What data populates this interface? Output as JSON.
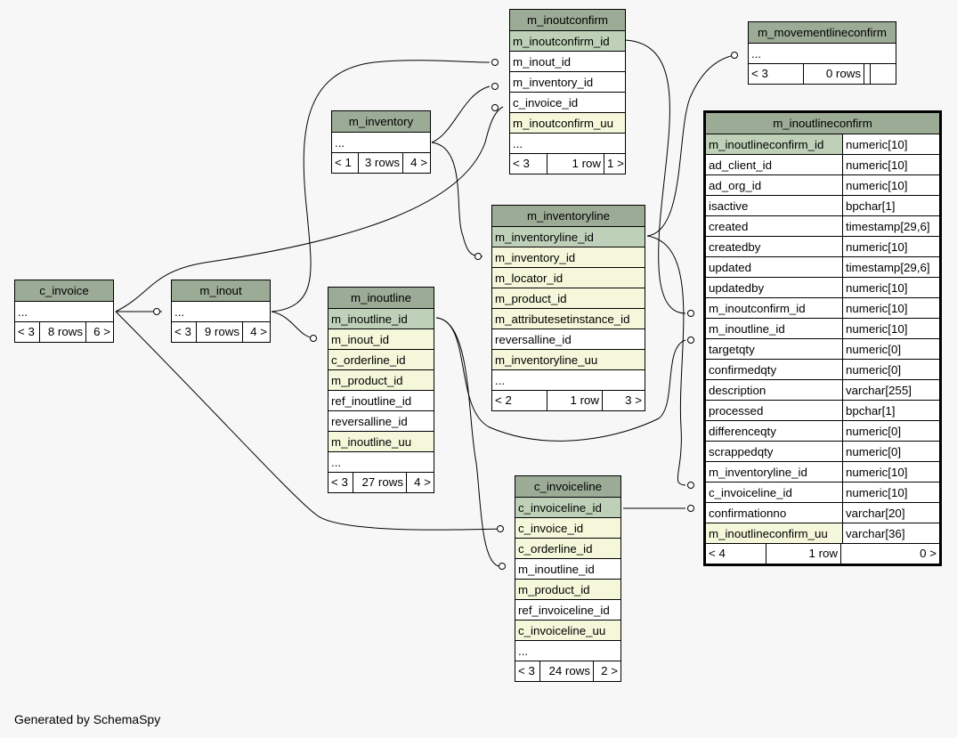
{
  "footer": "Generated by SchemaSpy",
  "tables": {
    "m_inoutconfirm": {
      "name": "m_inoutconfirm",
      "rows": [
        {
          "text": "m_inoutconfirm_id",
          "kind": "pk"
        },
        {
          "text": "m_inout_id",
          "kind": ""
        },
        {
          "text": "m_inventory_id",
          "kind": ""
        },
        {
          "text": "c_invoice_id",
          "kind": ""
        },
        {
          "text": "m_inoutconfirm_uu",
          "kind": "fk"
        },
        {
          "text": "...",
          "kind": ""
        }
      ],
      "foot": [
        "< 3",
        "1 row",
        "1 >"
      ]
    },
    "m_movementlineconfirm": {
      "name": "m_movementlineconfirm",
      "rows": [
        {
          "text": "...",
          "kind": ""
        }
      ],
      "foot": [
        "< 3",
        "0 rows",
        ""
      ]
    },
    "m_inventory": {
      "name": "m_inventory",
      "rows": [
        {
          "text": "...",
          "kind": ""
        }
      ],
      "foot": [
        "< 1",
        "3 rows",
        "4 >"
      ]
    },
    "m_inventoryline": {
      "name": "m_inventoryline",
      "rows": [
        {
          "text": "m_inventoryline_id",
          "kind": "pk"
        },
        {
          "text": "m_inventory_id",
          "kind": "fk"
        },
        {
          "text": "m_locator_id",
          "kind": "fk"
        },
        {
          "text": "m_product_id",
          "kind": "fk"
        },
        {
          "text": "m_attributesetinstance_id",
          "kind": "fk"
        },
        {
          "text": "reversalline_id",
          "kind": ""
        },
        {
          "text": "m_inventoryline_uu",
          "kind": "fk"
        },
        {
          "text": "...",
          "kind": ""
        }
      ],
      "foot": [
        "< 2",
        "1 row",
        "3 >"
      ]
    },
    "c_invoice": {
      "name": "c_invoice",
      "rows": [
        {
          "text": "...",
          "kind": ""
        }
      ],
      "foot": [
        "< 3",
        "8 rows",
        "6 >"
      ]
    },
    "m_inout": {
      "name": "m_inout",
      "rows": [
        {
          "text": "...",
          "kind": ""
        }
      ],
      "foot": [
        "< 3",
        "9 rows",
        "4 >"
      ]
    },
    "m_inoutline": {
      "name": "m_inoutline",
      "rows": [
        {
          "text": "m_inoutline_id",
          "kind": "pk"
        },
        {
          "text": "m_inout_id",
          "kind": "fk"
        },
        {
          "text": "c_orderline_id",
          "kind": "fk"
        },
        {
          "text": "m_product_id",
          "kind": "fk"
        },
        {
          "text": "ref_inoutline_id",
          "kind": ""
        },
        {
          "text": "reversalline_id",
          "kind": ""
        },
        {
          "text": "m_inoutline_uu",
          "kind": "fk"
        },
        {
          "text": "...",
          "kind": ""
        }
      ],
      "foot": [
        "< 3",
        "27 rows",
        "4 >"
      ]
    },
    "c_invoiceline": {
      "name": "c_invoiceline",
      "rows": [
        {
          "text": "c_invoiceline_id",
          "kind": "pk"
        },
        {
          "text": "c_invoice_id",
          "kind": "fk"
        },
        {
          "text": "c_orderline_id",
          "kind": "fk"
        },
        {
          "text": "m_inoutline_id",
          "kind": ""
        },
        {
          "text": "m_product_id",
          "kind": "fk"
        },
        {
          "text": "ref_invoiceline_id",
          "kind": ""
        },
        {
          "text": "c_invoiceline_uu",
          "kind": "fk"
        },
        {
          "text": "...",
          "kind": ""
        }
      ],
      "foot": [
        "< 3",
        "24 rows",
        "2 >"
      ]
    },
    "m_inoutlineconfirm": {
      "name": "m_inoutlineconfirm",
      "rows": [
        {
          "text": "m_inoutlineconfirm_id",
          "type": "numeric[10]",
          "kind": "pk"
        },
        {
          "text": "ad_client_id",
          "type": "numeric[10]",
          "kind": ""
        },
        {
          "text": "ad_org_id",
          "type": "numeric[10]",
          "kind": ""
        },
        {
          "text": "isactive",
          "type": "bpchar[1]",
          "kind": ""
        },
        {
          "text": "created",
          "type": "timestamp[29,6]",
          "kind": ""
        },
        {
          "text": "createdby",
          "type": "numeric[10]",
          "kind": ""
        },
        {
          "text": "updated",
          "type": "timestamp[29,6]",
          "kind": ""
        },
        {
          "text": "updatedby",
          "type": "numeric[10]",
          "kind": ""
        },
        {
          "text": "m_inoutconfirm_id",
          "type": "numeric[10]",
          "kind": ""
        },
        {
          "text": "m_inoutline_id",
          "type": "numeric[10]",
          "kind": ""
        },
        {
          "text": "targetqty",
          "type": "numeric[0]",
          "kind": ""
        },
        {
          "text": "confirmedqty",
          "type": "numeric[0]",
          "kind": ""
        },
        {
          "text": "description",
          "type": "varchar[255]",
          "kind": ""
        },
        {
          "text": "processed",
          "type": "bpchar[1]",
          "kind": ""
        },
        {
          "text": "differenceqty",
          "type": "numeric[0]",
          "kind": ""
        },
        {
          "text": "scrappedqty",
          "type": "numeric[0]",
          "kind": ""
        },
        {
          "text": "m_inventoryline_id",
          "type": "numeric[10]",
          "kind": ""
        },
        {
          "text": "c_invoiceline_id",
          "type": "numeric[10]",
          "kind": ""
        },
        {
          "text": "confirmationno",
          "type": "varchar[20]",
          "kind": ""
        },
        {
          "text": "m_inoutlineconfirm_uu",
          "type": "varchar[36]",
          "kind": "fk"
        }
      ],
      "foot": [
        "< 4",
        "1 row",
        "0 >"
      ]
    }
  }
}
